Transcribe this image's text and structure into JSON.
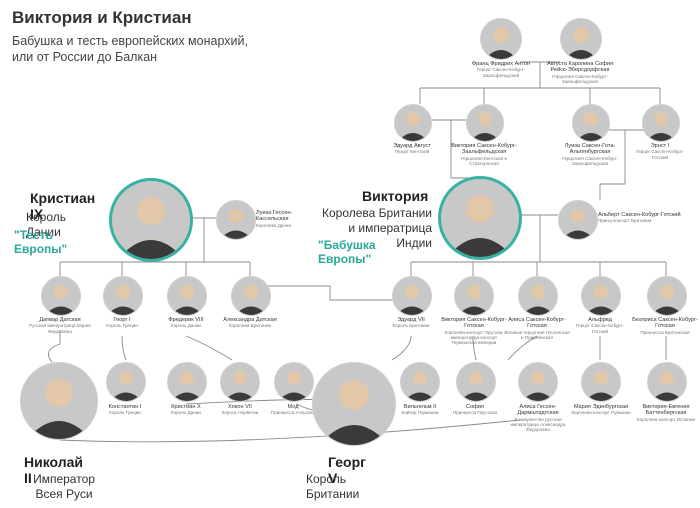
{
  "header": {
    "title": "Виктория и Кристиан",
    "subtitle_line1": "Бабушка и тесть европейских монархий,",
    "subtitle_line2": "или от России до Балкан"
  },
  "colors": {
    "accent": "#2aa89b",
    "lines": "#8a8a8a",
    "portrait_bg": "#c8c8c8"
  },
  "big_people": {
    "christian": {
      "name": "Кристиан IX",
      "role": "Король Дании",
      "nickname": "\"Тесть Европы\""
    },
    "victoria": {
      "name": "Виктория",
      "role_line1": "Королева Британии",
      "role_line2": "и императрица Индии",
      "nickname": "\"Бабушка Европы\""
    },
    "nicholas": {
      "name": "Николай II",
      "role_line1": "Император",
      "role_line2": "Всея Руси"
    },
    "george": {
      "name": "Георг V",
      "role": "Король Британии"
    }
  },
  "top_row": [
    {
      "name": "Франц Фридрих Антон",
      "role": "Герцог Саксен-Кобург-Заальфельдский"
    },
    {
      "name": "Августа Каролина София Рейсс-Эберсдорфская",
      "role": "Герцогиня Саксен-Кобург-Заальфельдская"
    }
  ],
  "second_row": [
    {
      "name": "Эдуард Август",
      "role": "Герцог Кентский"
    },
    {
      "name": "Виктория Саксен-Кобург-Заальфельдская",
      "role": "Герцогиня Кентская и Стратернская"
    },
    {
      "name": "Луиза Саксен-Гота-Альтенбургская",
      "role": "Герцогиня Саксен-Кобург-Заальфельдская"
    },
    {
      "name": "Эрнст I",
      "role": "Герцог Саксен-Кобург-Готский"
    }
  ],
  "spouses": {
    "louise": {
      "name": "Луиза Гессен-Кассельская",
      "role": "Королева Дании"
    },
    "albert": {
      "name": "Альберт Саксен-Кобург-Готский",
      "role": "Принц-консорт Британии"
    }
  },
  "children": [
    {
      "name": "Дагмар Датская",
      "role": "Русская императрица Мария Федоровна"
    },
    {
      "name": "Георг I",
      "role": "Король Греции"
    },
    {
      "name": "Фредерик VIII",
      "role": "Король Дании"
    },
    {
      "name": "Александра Датская",
      "role": "Королева Британии"
    },
    {
      "name": "Эдуард VII",
      "role": "Король Британии"
    },
    {
      "name": "Виктория Саксен-Кобург-Готская",
      "role": "Королева-консорт Пруссии, императрица-консорт Германской империи"
    },
    {
      "name": "Алиса Саксен-Кобург-Готская",
      "role": "Великая герцогиня Гессенская и Прирейнская"
    },
    {
      "name": "Альфред",
      "role": "Герцог Саксен-Кобург-Готский"
    },
    {
      "name": "Беатриса Саксен-Кобург-Готская",
      "role": "Принцесса Британская"
    }
  ],
  "grandchildren": [
    {
      "name": "Константин I",
      "role": "Король Греции"
    },
    {
      "name": "Кристиан X",
      "role": "Король Дании"
    },
    {
      "name": "Хокон VII",
      "role": "Король Норвегии"
    },
    {
      "name": "Мод",
      "role": "Принцесса Уэльская"
    },
    {
      "name": "Вильгельм II",
      "role": "Кайзер Германии"
    },
    {
      "name": "София",
      "role": "Принцесса Прусская"
    },
    {
      "name": "Алиса Гессен-Дармштадтская",
      "role": "В замужестве русская императрица Александра Федоровна"
    },
    {
      "name": "Мария Эдинбургская",
      "role": "Королева-консорт Румынии"
    },
    {
      "name": "Виктория-Евгения Баттенбергская",
      "role": "Королева-консорт Испании"
    }
  ]
}
